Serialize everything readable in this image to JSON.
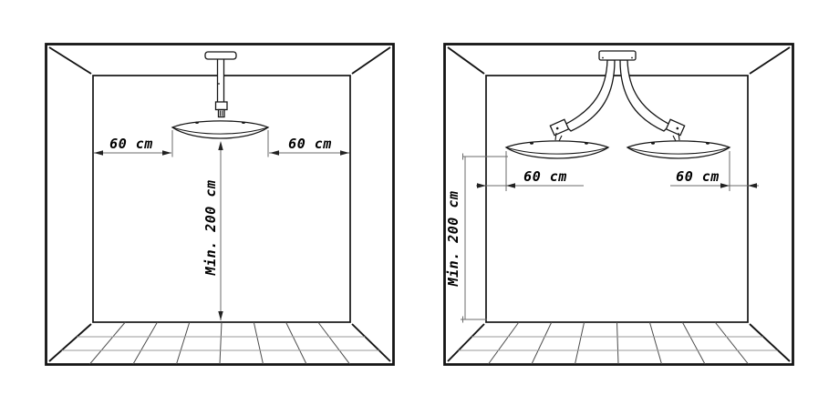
{
  "colors": {
    "background": "#ffffff",
    "outline": "#141414",
    "dimension_line": "#6b6b6b",
    "label_text": "#000000"
  },
  "diagrams": {
    "single": {
      "left_clearance": "60 cm",
      "right_clearance": "60 cm",
      "height_clearance": "Min. 200 cm"
    },
    "dual": {
      "left_clearance": "60 cm",
      "right_clearance": "60 cm",
      "height_clearance": "Min. 200 cm"
    }
  }
}
